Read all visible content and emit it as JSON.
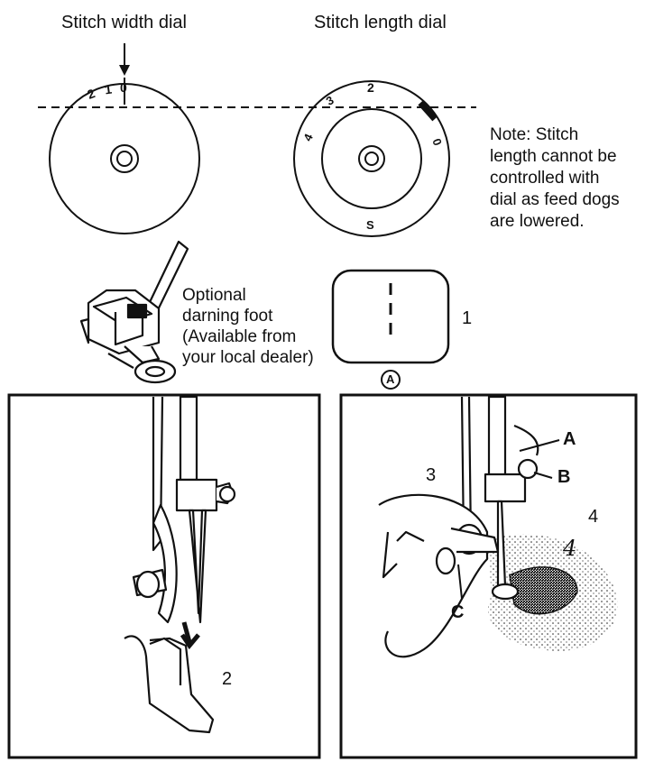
{
  "labels": {
    "width_dial": "Stitch width dial",
    "length_dial": "Stitch length dial",
    "note": [
      "Note: Stitch",
      "length cannot be",
      "controlled with",
      "dial as feed dogs",
      "are lowered."
    ],
    "darning_foot": [
      "Optional",
      "darning foot",
      "(Available from",
      "your local dealer)"
    ],
    "pattern_marker": "A",
    "step_1": "1",
    "step_2": "2",
    "step_3": "3",
    "step_4": "4",
    "handwritten_4": "4",
    "part_a": "A",
    "part_b": "B",
    "part_c": "C"
  },
  "width_dial_marks": [
    "2",
    "1",
    "0"
  ],
  "length_dial_marks": [
    "3",
    "2",
    "4",
    "0",
    "S"
  ],
  "colors": {
    "ink": "#111111",
    "paper": "#ffffff"
  }
}
